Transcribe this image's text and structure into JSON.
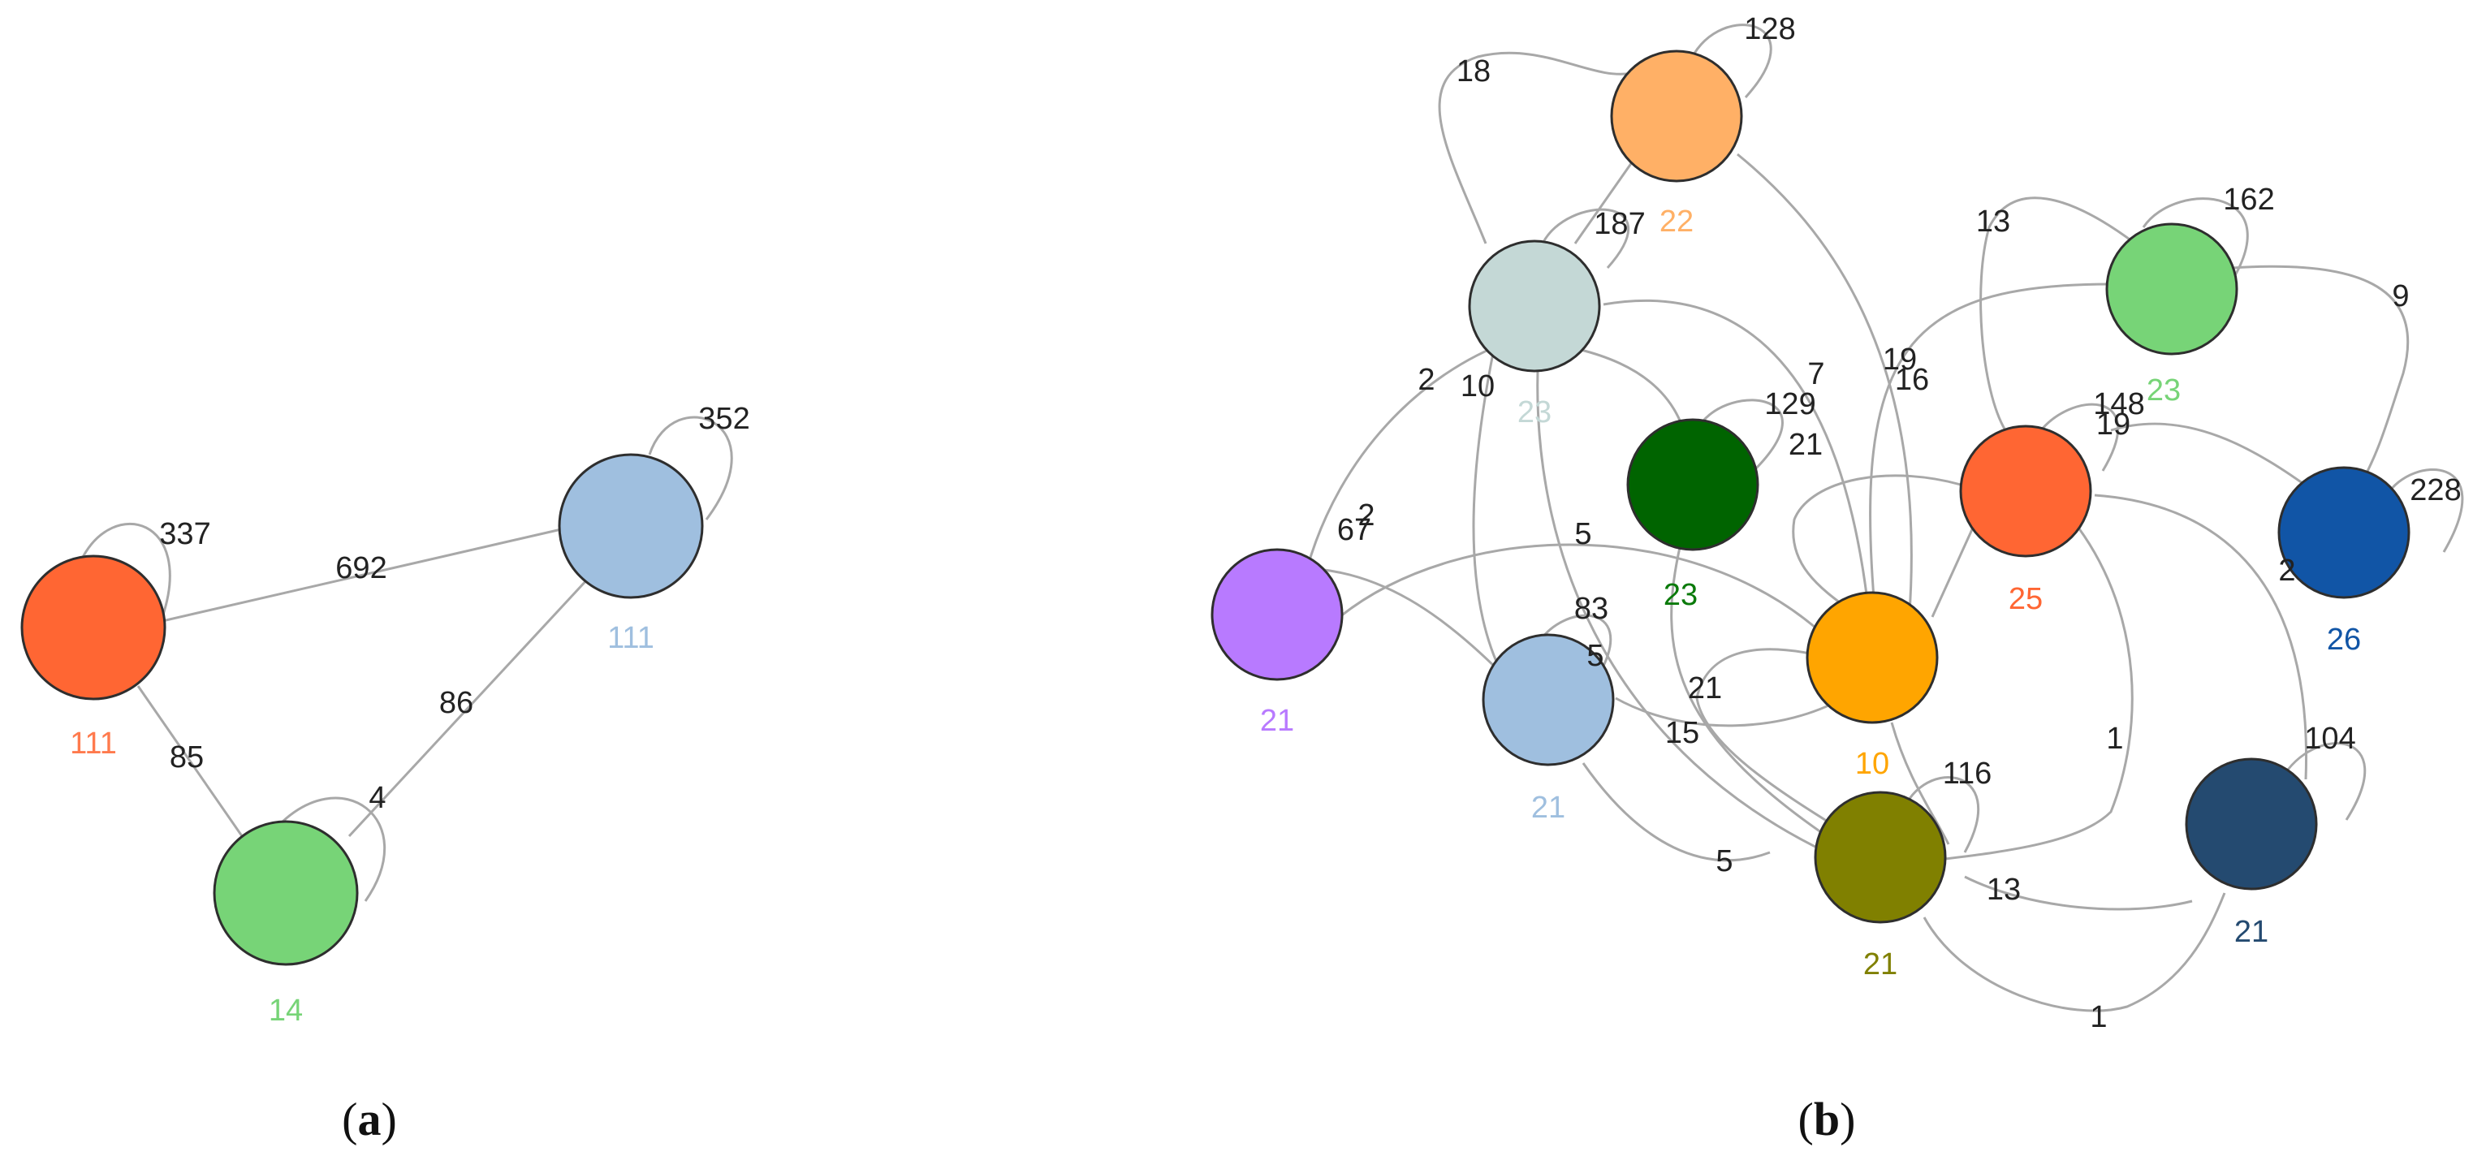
{
  "panel_a": {
    "label": "a",
    "nodes": [
      {
        "id": "red",
        "label": "111",
        "color": "#ff6633"
      },
      {
        "id": "blue",
        "label": "111",
        "color": "#9fbfdf"
      },
      {
        "id": "green",
        "label": "14",
        "color": "#77d477"
      }
    ],
    "edges": [
      {
        "from": "red",
        "to": "red",
        "weight": "337"
      },
      {
        "from": "blue",
        "to": "blue",
        "weight": "352"
      },
      {
        "from": "red",
        "to": "blue",
        "weight": "692"
      },
      {
        "from": "green",
        "to": "blue",
        "weight": "86"
      },
      {
        "from": "red",
        "to": "green",
        "weight": "85"
      },
      {
        "from": "green",
        "to": "green",
        "weight": "4"
      }
    ]
  },
  "panel_b": {
    "label": "b",
    "nodes": [
      {
        "id": "orange",
        "label": "22",
        "color": "#ffb066"
      },
      {
        "id": "gray",
        "label": "23",
        "color": "#c4d8d6"
      },
      {
        "id": "lightgreen",
        "label": "23",
        "color": "#77d477"
      },
      {
        "id": "darkgreen",
        "label": "23",
        "color": "#006400"
      },
      {
        "id": "red",
        "label": "25",
        "color": "#ff6633"
      },
      {
        "id": "blue",
        "label": "26",
        "color": "#1155a6"
      },
      {
        "id": "purple",
        "label": "21",
        "color": "#b87aff"
      },
      {
        "id": "yellow",
        "label": "10",
        "color": "#ffa500"
      },
      {
        "id": "lightblue",
        "label": "21",
        "color": "#9fbfdf"
      },
      {
        "id": "olive",
        "label": "21",
        "color": "#808000"
      },
      {
        "id": "navy",
        "label": "21",
        "color": "#244a70"
      }
    ],
    "edge_labels": [
      "128",
      "18",
      "187",
      "162",
      "13",
      "9",
      "19",
      "16",
      "7",
      "2",
      "10",
      "129",
      "21",
      "148",
      "19",
      "228",
      "67",
      "2",
      "5",
      "2",
      "83",
      "5",
      "21",
      "15",
      "1",
      "116",
      "104",
      "13",
      "5",
      "1"
    ]
  }
}
